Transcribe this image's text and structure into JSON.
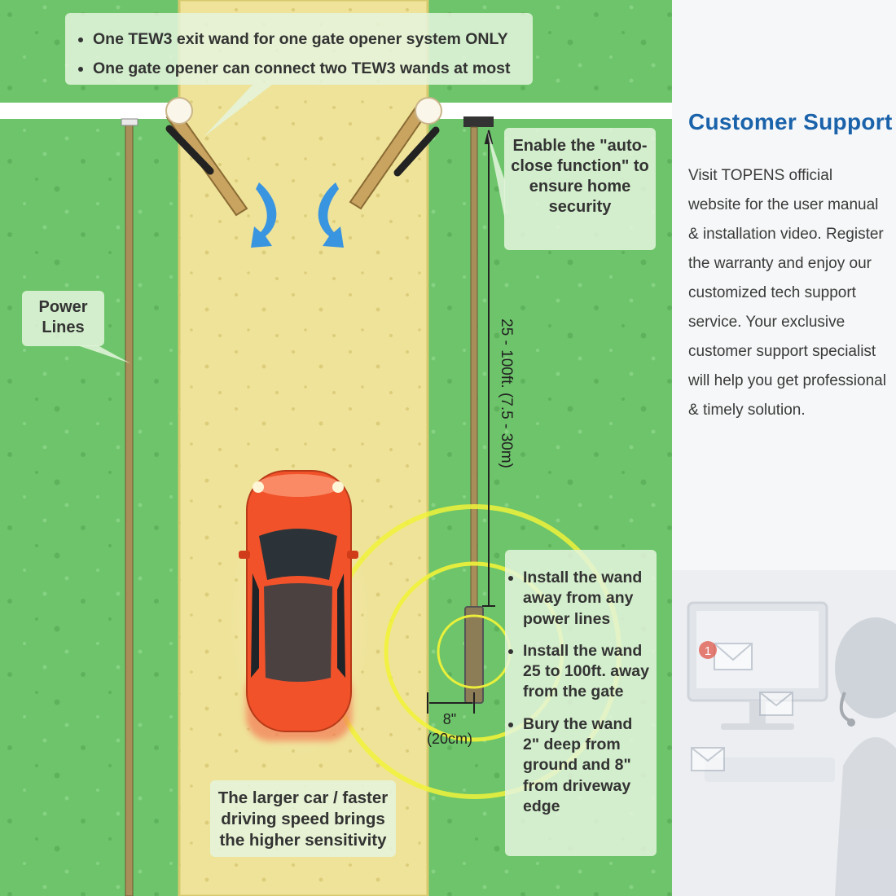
{
  "diagram": {
    "top_note": [
      "One TEW3 exit wand for one gate opener system ONLY",
      "One gate opener can connect two TEW3 wands at most"
    ],
    "auto_close_note": "Enable the \"auto-close function\" to ensure home security",
    "power_lines_label": "Power Lines",
    "distance_label": "25 - 100ft. (7.5 - 30m)",
    "gap_label_in": "8\"",
    "gap_label_cm": "(20cm)",
    "install_tips": [
      "Install the wand away from any power lines",
      "Install the wand 25 to 100ft. away from the gate",
      "Bury the wand 2\" deep from ground and 8\" from driveway edge"
    ],
    "sensitivity_note": "The larger car / faster driving speed brings the higher sensitivity",
    "colors": {
      "grass": "#6dc46a",
      "driveway": "#efe39a",
      "arrow": "#3a95e0",
      "car": "#f1522a",
      "signal": "#f0f23a"
    }
  },
  "panel": {
    "title": "Customer  Support",
    "body": "Visit TOPENS official website for the user manual & installation video. Register the warranty and enjoy our customized tech support service. Your exclusive customer support specialist will help you get professional & timely solution.",
    "title_color": "#1a63ab",
    "notification_badge": "1",
    "icons": [
      "envelope-icon",
      "monitor-icon",
      "headset-icon"
    ]
  }
}
